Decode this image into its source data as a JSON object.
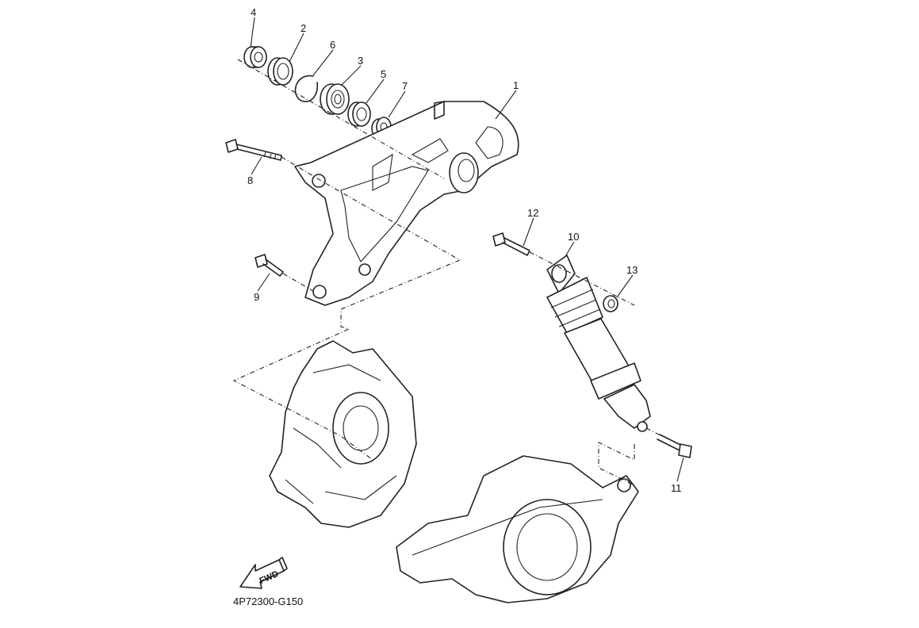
{
  "diagram": {
    "code": "4P72300-G150",
    "direction_label": "FWD",
    "callouts": [
      {
        "number": "1",
        "part": "swing-arm-bracket"
      },
      {
        "number": "2",
        "part": "oil-seal"
      },
      {
        "number": "3",
        "part": "bearing"
      },
      {
        "number": "4",
        "part": "collar"
      },
      {
        "number": "5",
        "part": "oil-seal"
      },
      {
        "number": "6",
        "part": "circlip"
      },
      {
        "number": "7",
        "part": "collar"
      },
      {
        "number": "8",
        "part": "bolt"
      },
      {
        "number": "9",
        "part": "bolt"
      },
      {
        "number": "10",
        "part": "rear-shock-absorber"
      },
      {
        "number": "11",
        "part": "bolt"
      },
      {
        "number": "12",
        "part": "bolt"
      },
      {
        "number": "13",
        "part": "nut"
      }
    ]
  }
}
